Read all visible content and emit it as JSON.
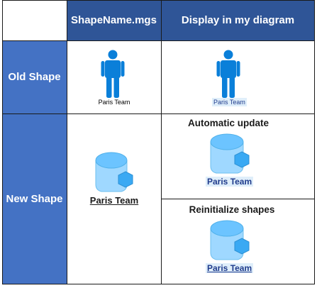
{
  "header": {
    "col1": "ShapeName.mgs",
    "col2": "Display in my diagram"
  },
  "rows": {
    "old": "Old Shape",
    "new": "New Shape"
  },
  "old_shape": {
    "source_label": "Paris Team",
    "display_label": "Paris Team",
    "icon": "person-icon"
  },
  "new_shape": {
    "source_label": "Paris Team",
    "automatic_caption": "Automatic update",
    "automatic_label": "Paris Team",
    "reinit_caption": "Reinitialize shapes",
    "reinit_label": "Paris Team",
    "icon": "team-shape-icon"
  },
  "colors": {
    "header_bg": "#2f5597",
    "side_bg": "#4472c4",
    "shape_fill": "#8fd3ff",
    "person_fill": "#0a7fd9",
    "label_highlight": "#dfeefa"
  }
}
